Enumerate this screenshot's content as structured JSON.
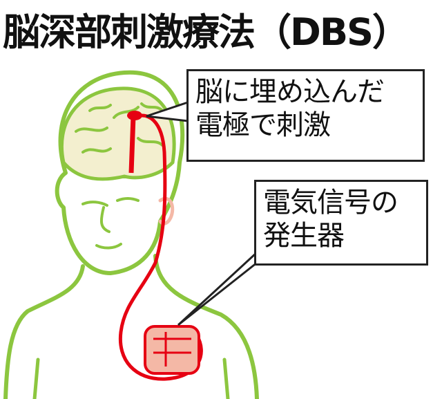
{
  "title": "脳深部刺激療法（DBS）",
  "callouts": {
    "electrode": {
      "line1": "脳に埋め込んだ",
      "line2": "電極で刺激"
    },
    "generator": {
      "line1": "電気信号の",
      "line2": "発生器"
    }
  },
  "colors": {
    "body_outline": "#8cc63f",
    "brain_fill": "#f3efcf",
    "lead": "#e60012",
    "generator": "#f4b8a6"
  }
}
